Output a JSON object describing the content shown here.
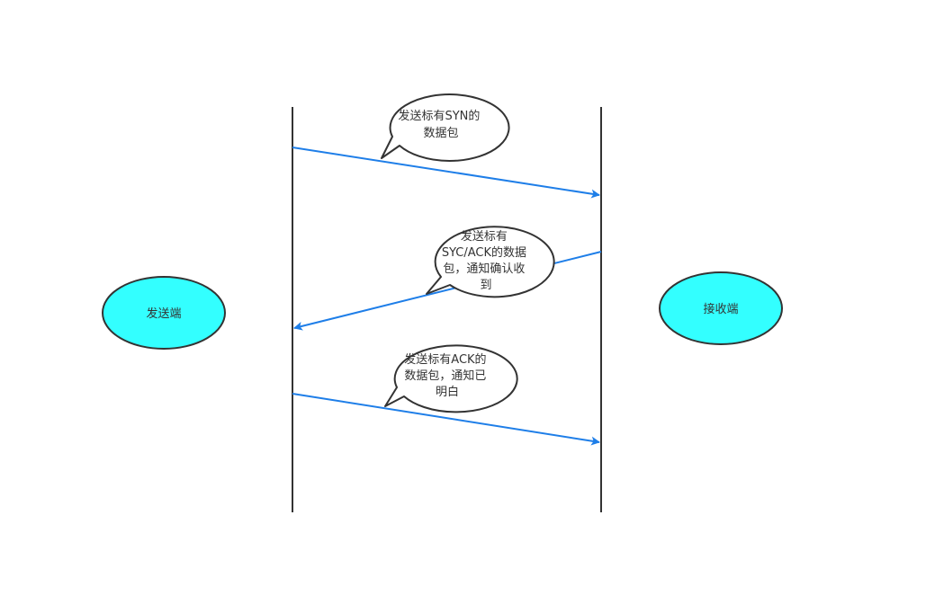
{
  "colors": {
    "background": "#ffffff",
    "node_fill": "#33ffff",
    "stroke": "#333333",
    "arrow": "#1e7ee8",
    "bubble_fill": "#ffffff",
    "text": "#333333"
  },
  "nodes": {
    "sender": {
      "label": "发送端"
    },
    "receiver": {
      "label": "接收端"
    }
  },
  "messages": [
    {
      "direction": "sender-to-receiver",
      "note": "发送标有SYN的数据包",
      "lines": [
        "发送标有SYN的",
        "数据包"
      ]
    },
    {
      "direction": "receiver-to-sender",
      "note": "发送标有SYC/ACK的数据包，通知确认收到",
      "lines": [
        "发送标有",
        "SYC/ACK的数据",
        "包，通知确认收",
        "到"
      ]
    },
    {
      "direction": "sender-to-receiver",
      "note": "发送标有ACK的数据包，通知已明白",
      "lines": [
        "发送标有ACK的",
        "数据包，通知已",
        "明白"
      ]
    }
  ]
}
